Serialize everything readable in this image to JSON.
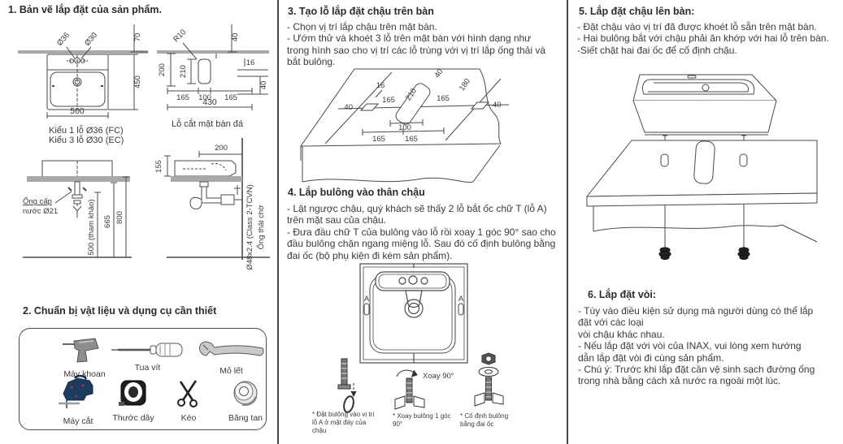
{
  "colors": {
    "text": "#3a3a3a",
    "line": "#4a4a4a",
    "counter_gray": "#a9a9a9",
    "jigsaw_navy": "#1d3a5f",
    "jigsaw_red": "#c03030",
    "tape_black": "#1e1e1e"
  },
  "s1": {
    "title": "1. Bản vẽ lắp đặt của sản phẩm.",
    "a": {
      "dia36": "Ø36",
      "dia30": "Ø30",
      "d70": "70",
      "d450": "450",
      "d500": "500",
      "cap1": "Kiểu 1 lỗ Ø36 (FC)",
      "cap2": "Kiểu 3 lỗ Ø30 (EC)"
    },
    "b": {
      "r10": "R10",
      "d40top": "40",
      "d200": "200",
      "d210": "210",
      "d16": "16",
      "d40right": "40",
      "d165l": "165",
      "d100": "100",
      "d165r": "165",
      "d430": "430",
      "cap": "Lỗ cắt mặt bàn đá"
    },
    "c": {
      "supply1": "Ống cấp",
      "supply2": "nước Ø21",
      "d500": "500 (tham khảo)",
      "d665": "665",
      "d800": "800"
    },
    "d": {
      "d200": "200",
      "d155": "155",
      "pipe1": "Ø48x2.4 (Class 2-TCVN)",
      "pipe2": "Ống thải chờ"
    }
  },
  "s2": {
    "title": "2. Chuẩn bị vật liệu và dụng cụ cần thiết",
    "tools": [
      "Máy khoan",
      "Tua vít",
      "Mỏ lết",
      "Máy cắt",
      "Thước dây",
      "Kéo",
      "Băng tan"
    ]
  },
  "s3": {
    "title": "3. Tạo lỗ lắp đặt chậu trên bàn",
    "lines": [
      "- Chọn vị trí lắp chậu trên mặt bàn.",
      "- Ướm thử và khoét 3 lỗ trên mặt bàn với hình dạng như",
      "trong hình sao cho vị trí các lỗ trùng với vị trí lắp ống thải và",
      "bắt bulông."
    ],
    "dims": {
      "d16": "16",
      "d40l": "40",
      "d165a": "165",
      "d210": "210",
      "d40t": "40",
      "d165b": "165",
      "d40r": "40",
      "d180": "180",
      "d100": "100",
      "d165c": "165",
      "d165d": "165"
    }
  },
  "s4": {
    "title": "4. Lắp bulông vào thân chậu",
    "lines": [
      "- Lật ngược chậu, quý khách sẽ thấy 2 lỗ bắt ốc chữ T (lỗ A)",
      "trên mặt sau của chậu.",
      "- Đưa đầu chữ T của bulông vào lỗ rồi xoay 1 góc 90° sao cho",
      "đầu bulông chặn ngang miệng lỗ. Sau đó cố định bulông bằng",
      "đai ốc (bộ phụ kiện đi kèm sản phẩm)."
    ],
    "holeL": "A",
    "holeR": "A",
    "rotate": "Xoay 90°",
    "cap1": [
      "* Đặt bulông vào vị trí",
      "lỗ A ở mặt đáy của",
      "chậu"
    ],
    "cap2": [
      "* Xoay bulông 1 góc",
      "90°"
    ],
    "cap3": [
      "* Cố định bulông",
      "bằng đai ốc"
    ]
  },
  "s5": {
    "title": "5. Lắp đặt chậu lên bàn:",
    "lines": [
      "- Đặt chậu vào vị trí đã được khoét lỗ sẵn trên mặt bàn.",
      "- Hai bulông bắt với chậu phải ăn khớp với hai lỗ trên bàn.",
      "-Siết chặt hai đai ốc để cố định chậu."
    ]
  },
  "s6": {
    "title": "6. Lắp đặt vòi:",
    "lines": [
      "-  Tùy vào điều kiện sử dụng mà người dùng có thể lắp",
      "đặt với các loại",
      "vòi chậu khác nhau.",
      "- Nếu lắp đặt với vòi của INAX, vui lòng xem hướng",
      "dẫn lắp đặt vòi đi cùng sản phẩm.",
      "- Chú ý: Trước khi lắp đặt cần vệ sinh sạch đường ống",
      "trong nhà bằng cách xả nước ra ngoài một lúc."
    ]
  }
}
